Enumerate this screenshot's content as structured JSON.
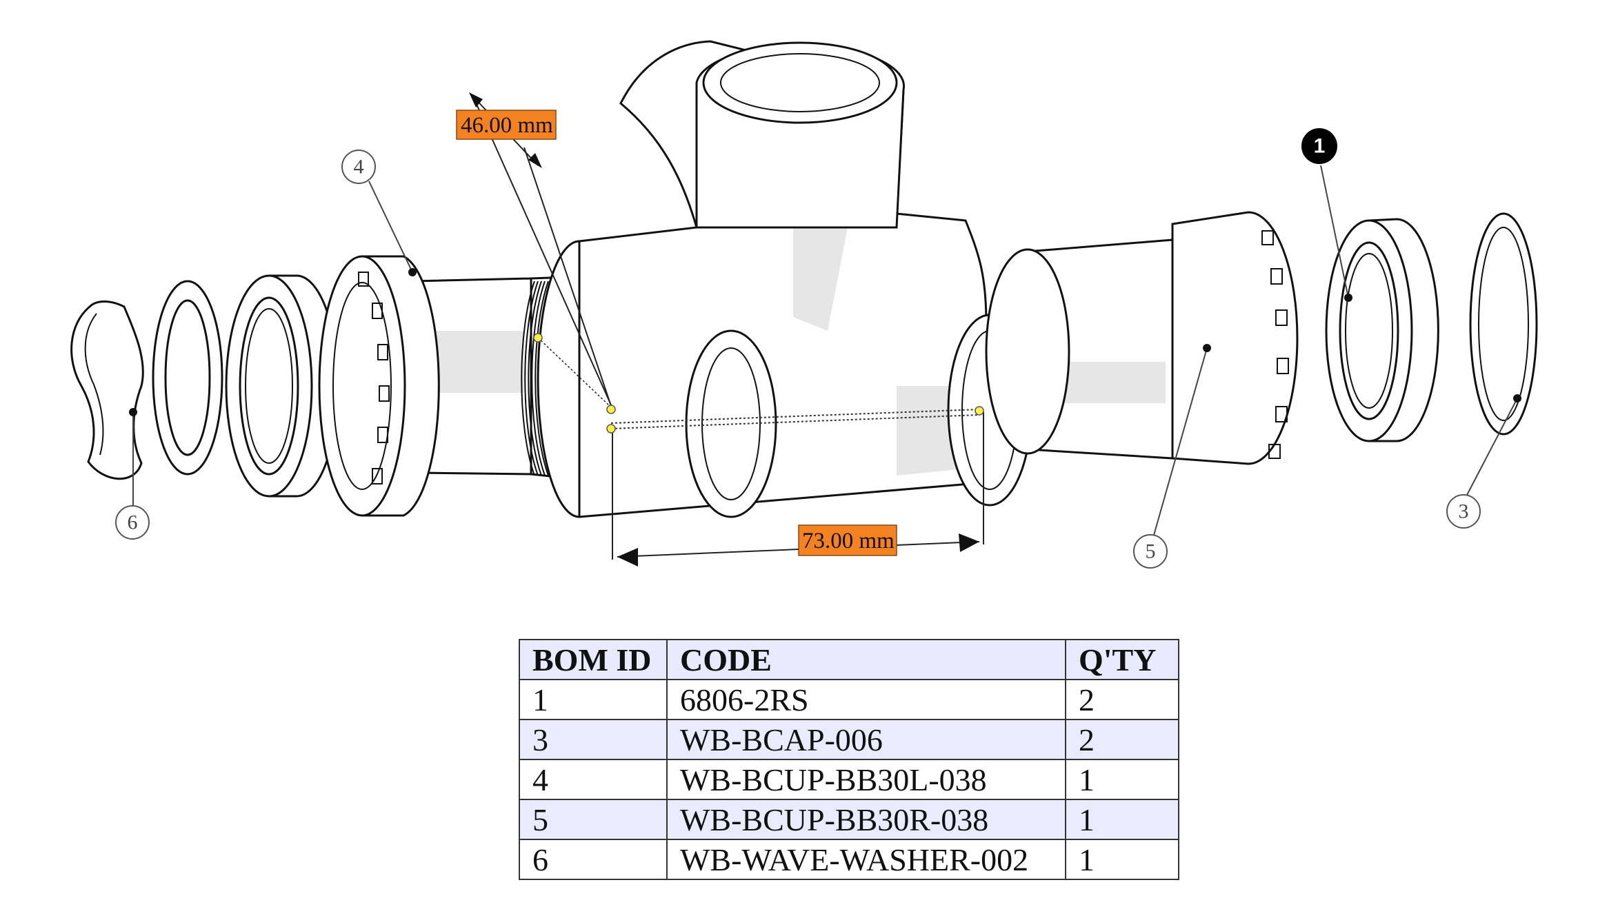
{
  "dimensions": {
    "diameter": "46.00 mm",
    "shell_width": "73.00 mm"
  },
  "balloons": [
    {
      "id": "4",
      "style": "outline"
    },
    {
      "id": "1",
      "style": "filled"
    },
    {
      "id": "6",
      "style": "outline"
    },
    {
      "id": "5",
      "style": "outline"
    },
    {
      "id": "3",
      "style": "outline"
    }
  ],
  "bom": {
    "headers": [
      "BOM ID",
      "CODE",
      "Q'TY"
    ],
    "rows": [
      {
        "id": "1",
        "code": "6806-2RS",
        "qty": "2"
      },
      {
        "id": "3",
        "code": "WB-BCAP-006",
        "qty": "2"
      },
      {
        "id": "4",
        "code": "WB-BCUP-BB30L-038",
        "qty": "1"
      },
      {
        "id": "5",
        "code": "WB-BCUP-BB30R-038",
        "qty": "1"
      },
      {
        "id": "6",
        "code": "WB-WAVE-WASHER-002",
        "qty": "1"
      }
    ]
  },
  "colors": {
    "dimension_label": "#f58220",
    "bom_header_bg": "#eaeaff",
    "bom_alt_row_bg": "#ebebff",
    "measure_point": "#ffee44"
  }
}
